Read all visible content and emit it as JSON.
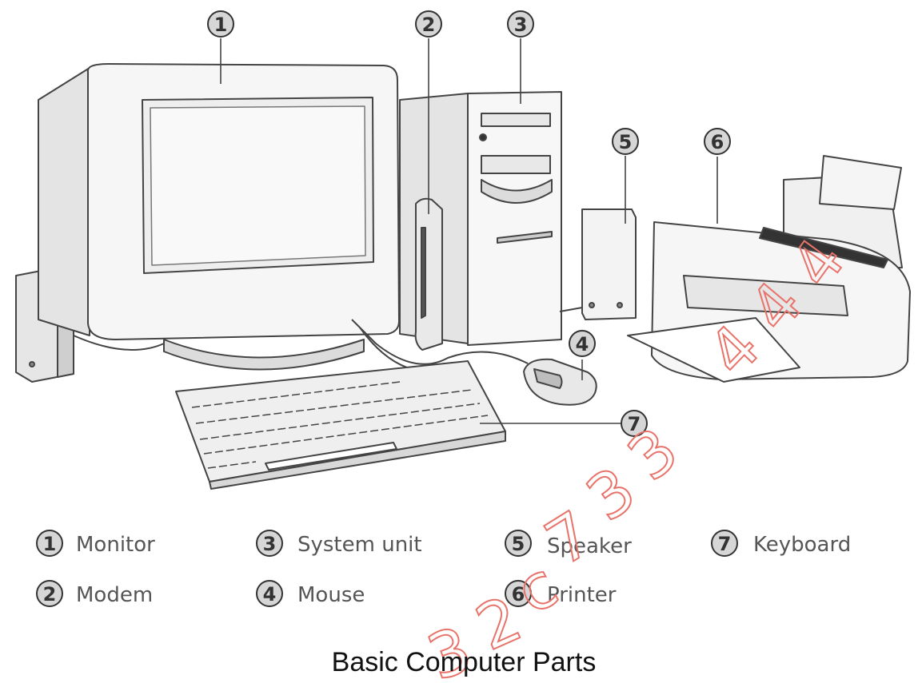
{
  "callouts": [
    {
      "num": "1"
    },
    {
      "num": "2"
    },
    {
      "num": "3"
    },
    {
      "num": "4"
    },
    {
      "num": "5"
    },
    {
      "num": "6"
    },
    {
      "num": "7"
    }
  ],
  "legend": [
    {
      "num": "1",
      "label": "Monitor"
    },
    {
      "num": "2",
      "label": "Modem"
    },
    {
      "num": "3",
      "label": "System unit"
    },
    {
      "num": "4",
      "label": "Mouse"
    },
    {
      "num": "5",
      "label": "Speaker"
    },
    {
      "num": "6",
      "label": "Printer"
    },
    {
      "num": "7",
      "label": "Keyboard"
    }
  ],
  "caption": "Basic Computer Parts",
  "watermark": [
    "3",
    "2",
    "c",
    "7",
    "3",
    "3",
    "4",
    "4",
    "4"
  ],
  "colors": {
    "line": "#444444",
    "shade": "#e2e2e2",
    "light": "#f4f4f4",
    "badge_fill": "#d6d6d6",
    "watermark": "#e8736a"
  }
}
